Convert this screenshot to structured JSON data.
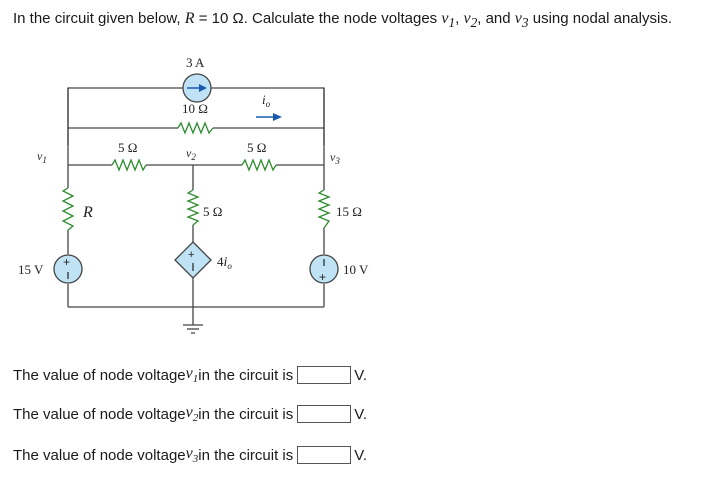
{
  "question": {
    "pre": "In the circuit given below, ",
    "r_var": "R",
    "r_val": " = 10 Ω. Calculate the node voltages ",
    "v1": "v",
    "v1_sub": "1",
    "sep1": ", ",
    "v2": "v",
    "v2_sub": "2",
    "sep2": ", and ",
    "v3": "v",
    "v3_sub": "3",
    "post": " using nodal analysis."
  },
  "circuit": {
    "current_source_label": "3 A",
    "r_top": "10 Ω",
    "io": "i",
    "io_sub": "o",
    "r_left_mid": "5 Ω",
    "r_right_mid": "5 Ω",
    "r_center": "5 Ω",
    "r_right": "15 Ω",
    "r_left": "R",
    "node_v1": "v",
    "node_v1_sub": "1",
    "node_v2": "v",
    "node_v2_sub": "2",
    "node_v3": "v",
    "node_v3_sub": "3",
    "src_left": "15 V",
    "src_right": "10 V",
    "dep_src": "4",
    "dep_i": "i",
    "dep_sub": "o"
  },
  "answers": [
    {
      "pre": "The value of node voltage ",
      "var": "v",
      "sub": "1",
      "mid": " in the circuit is",
      "unit": "V.",
      "value": ""
    },
    {
      "pre": "The value of node voltage ",
      "var": "v",
      "sub": "2",
      "mid": " in the circuit is",
      "unit": "V.",
      "value": ""
    },
    {
      "pre": "The value of node voltage ",
      "var": "v",
      "sub": "3",
      "mid": " in the circuit is",
      "unit": "V.",
      "value": ""
    }
  ],
  "colors": {
    "wire": "#444444",
    "resistor": "#2e8b2e",
    "source_fill": "#bfe3f5",
    "arrow": "#1a5bb0"
  }
}
